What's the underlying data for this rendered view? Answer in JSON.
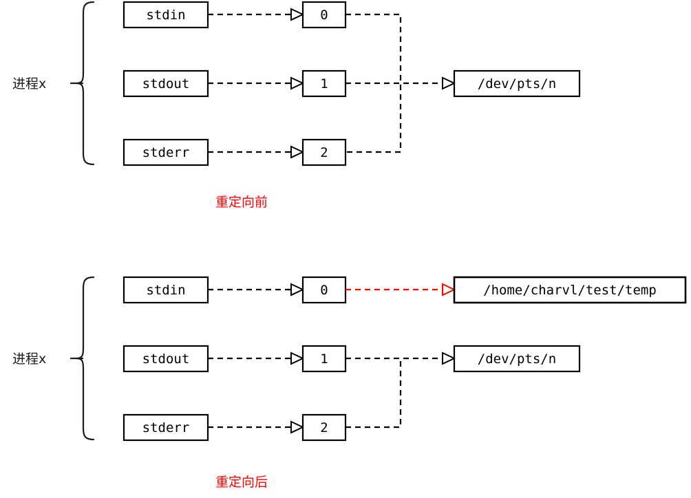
{
  "figure": {
    "title_hidden": "",
    "colors": {
      "stroke": "#000000",
      "red_accent": "#ff0000",
      "red_box_fill": "#f8cecc",
      "red_box_border": "#b85450",
      "text": "#000000",
      "background": "#ffffff"
    }
  },
  "panels": [
    {
      "id": "before",
      "process_label": "进程x",
      "caption": "重定向前",
      "caption_color": "#ff0000",
      "streams": [
        {
          "name": "stdin",
          "fd": "0"
        },
        {
          "name": "stdout",
          "fd": "1"
        },
        {
          "name": "stderr",
          "fd": "2"
        }
      ],
      "targets": [
        {
          "id": "tty",
          "label": "/dev/pts/n",
          "style": "plain",
          "from_fds": [
            "0",
            "1",
            "2"
          ]
        }
      ]
    },
    {
      "id": "after",
      "process_label": "进程x",
      "caption": "重定向后",
      "caption_color": "#ff0000",
      "streams": [
        {
          "name": "stdin",
          "fd": "0"
        },
        {
          "name": "stdout",
          "fd": "1"
        },
        {
          "name": "stderr",
          "fd": "2"
        }
      ],
      "targets": [
        {
          "id": "file",
          "label": "/home/charvl/test/temp",
          "style": "highlight-red",
          "from_fds": [
            "0"
          ]
        },
        {
          "id": "tty",
          "label": "/dev/pts/n",
          "style": "plain",
          "from_fds": [
            "1",
            "2"
          ]
        }
      ]
    }
  ]
}
